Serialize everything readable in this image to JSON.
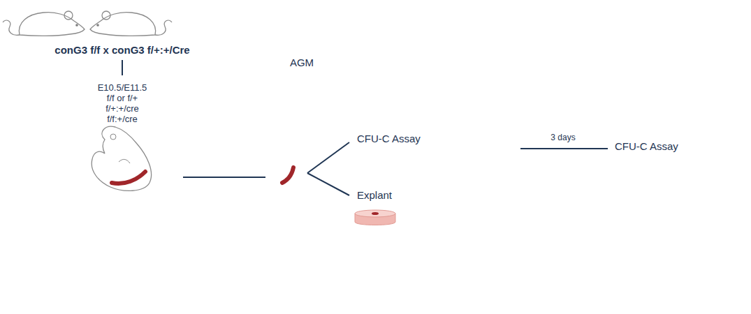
{
  "diagram": {
    "labels": [
      "conG3 f/f x conG3 f/+:+/Cre",
      "E10.5/E11.5",
      "f/f or f/+",
      "f/+:+/cre",
      "f/f:+/cre",
      "AGM",
      "CFU-C Assay",
      "Explant",
      "3 days",
      "CFU-C Assay"
    ]
  }
}
